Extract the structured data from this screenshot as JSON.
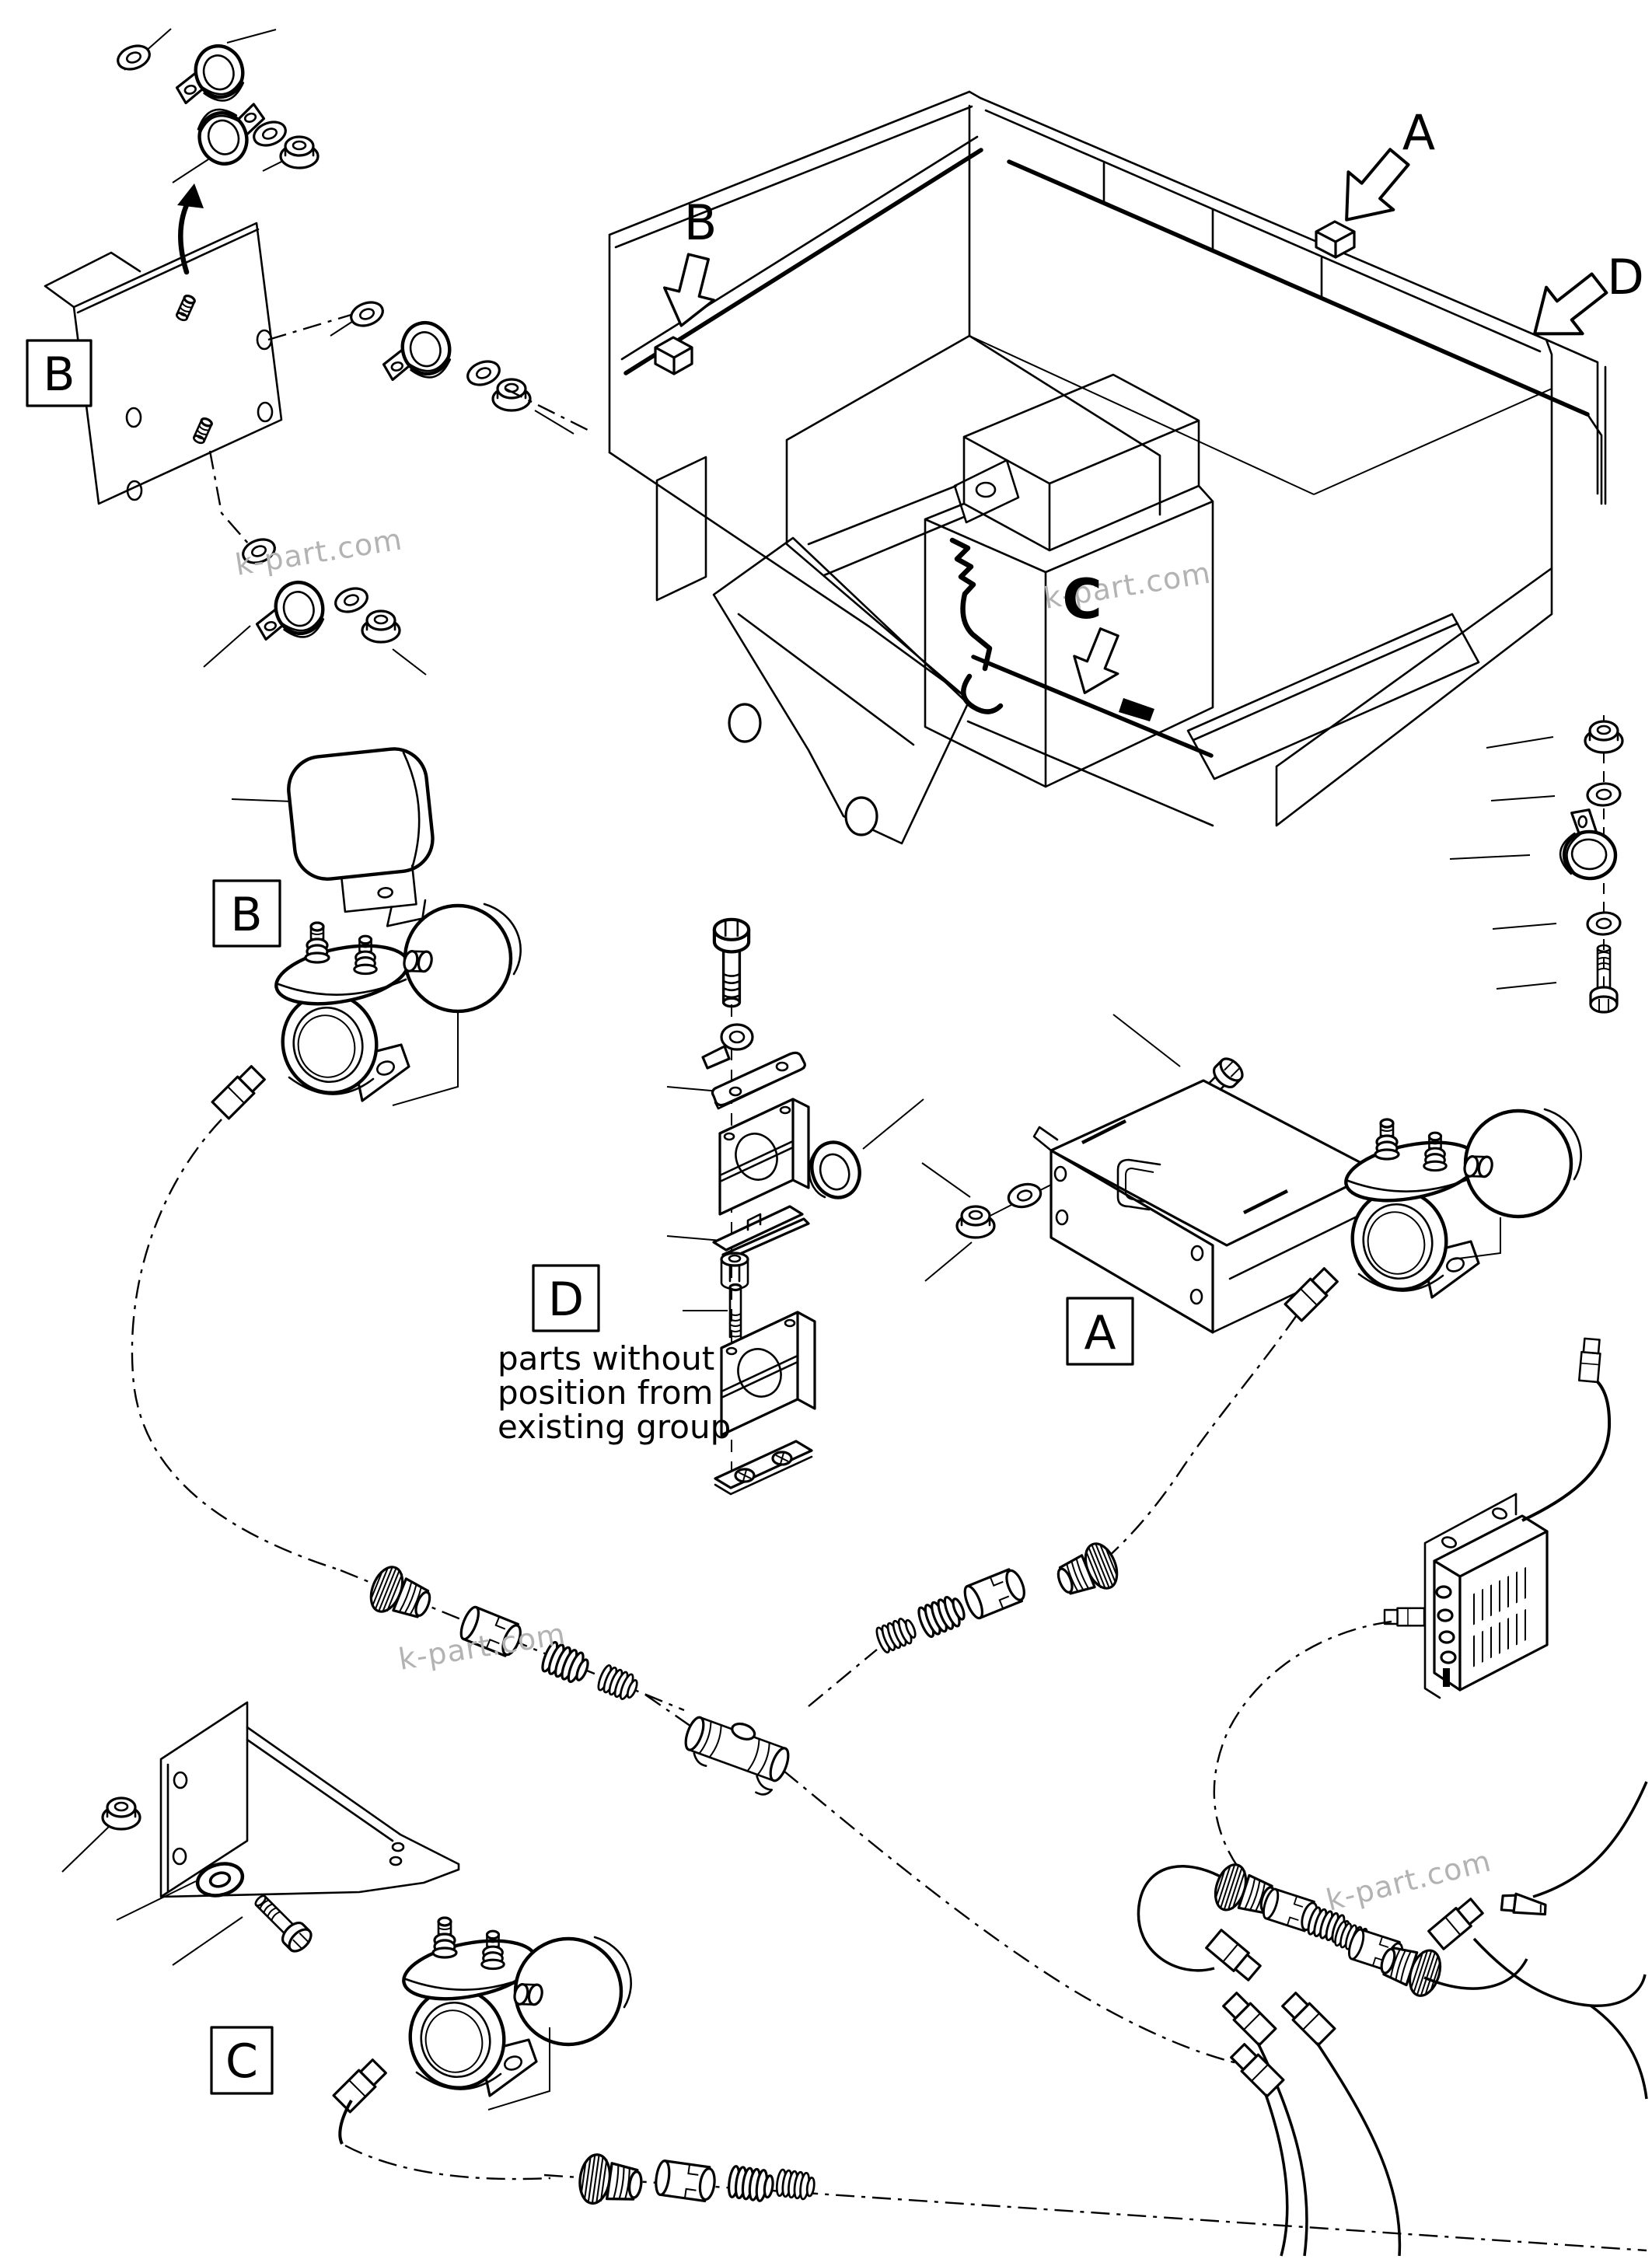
{
  "canvas": {
    "background": "#ffffff",
    "line_color": "#000000",
    "watermark_color": "#b3b3b3"
  },
  "diagram": {
    "type": "exploded-parts-diagram",
    "subject": "machine body electrical installation (horns, work light, brackets, cable harness)",
    "note": {
      "lines": [
        "parts without",
        "position from",
        "existing group"
      ]
    },
    "section_labels": [
      {
        "id": "box-b-top",
        "text": "B"
      },
      {
        "id": "box-b-mid",
        "text": "B"
      },
      {
        "id": "box-d",
        "text": "D"
      },
      {
        "id": "box-a",
        "text": "A"
      },
      {
        "id": "box-c",
        "text": "C"
      }
    ],
    "view_arrows": [
      {
        "id": "arrow-a",
        "text": "A"
      },
      {
        "id": "arrow-b",
        "text": "B"
      },
      {
        "id": "arrow-c",
        "text": "C"
      },
      {
        "id": "arrow-d",
        "text": "D"
      }
    ],
    "watermarks": [
      {
        "text": "k-part.com"
      },
      {
        "text": "k-part.com"
      },
      {
        "text": "k-part.com"
      },
      {
        "text": "k-part.com"
      }
    ]
  }
}
